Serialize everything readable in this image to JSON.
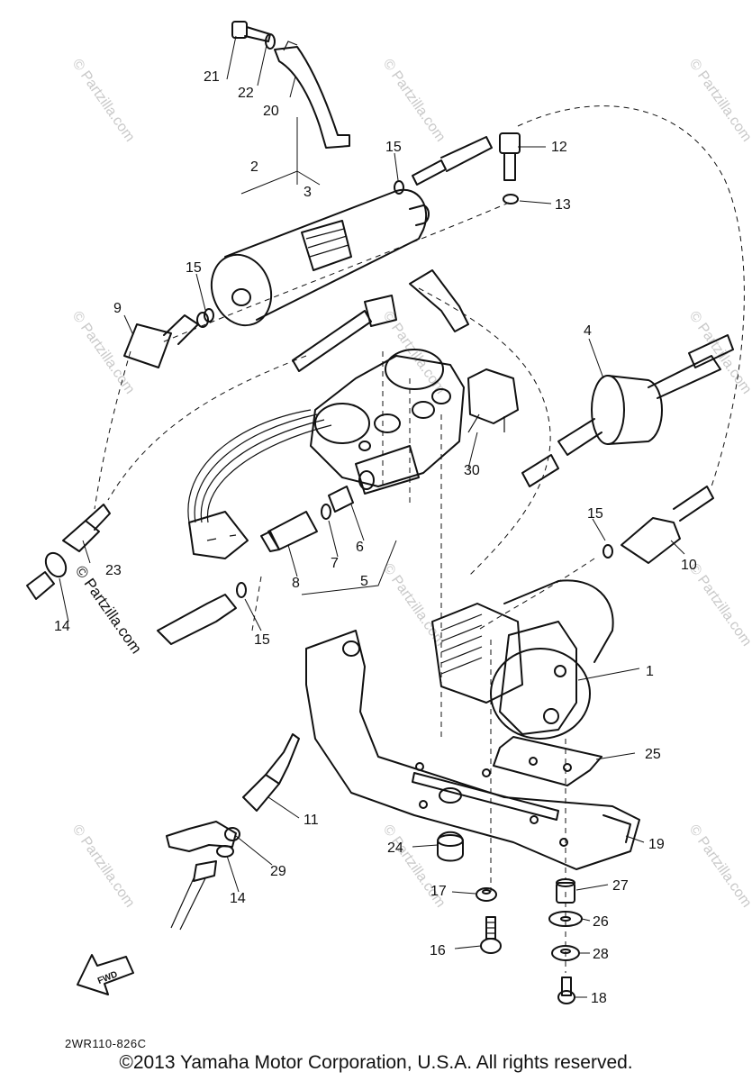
{
  "diagram": {
    "drawing_code": "2WR110-826C",
    "copyright": "©2013 Yamaha Motor Corporation, U.S.A. All rights reserved.",
    "watermark": "© Partzilla.com",
    "fwd_label": "FWD",
    "callouts": [
      "1",
      "2",
      "3",
      "4",
      "5",
      "6",
      "7",
      "8",
      "9",
      "10",
      "11",
      "12",
      "13",
      "14",
      "15",
      "16",
      "17",
      "18",
      "19",
      "20",
      "21",
      "22",
      "23",
      "24",
      "25",
      "26",
      "27",
      "28",
      "29",
      "30"
    ]
  }
}
